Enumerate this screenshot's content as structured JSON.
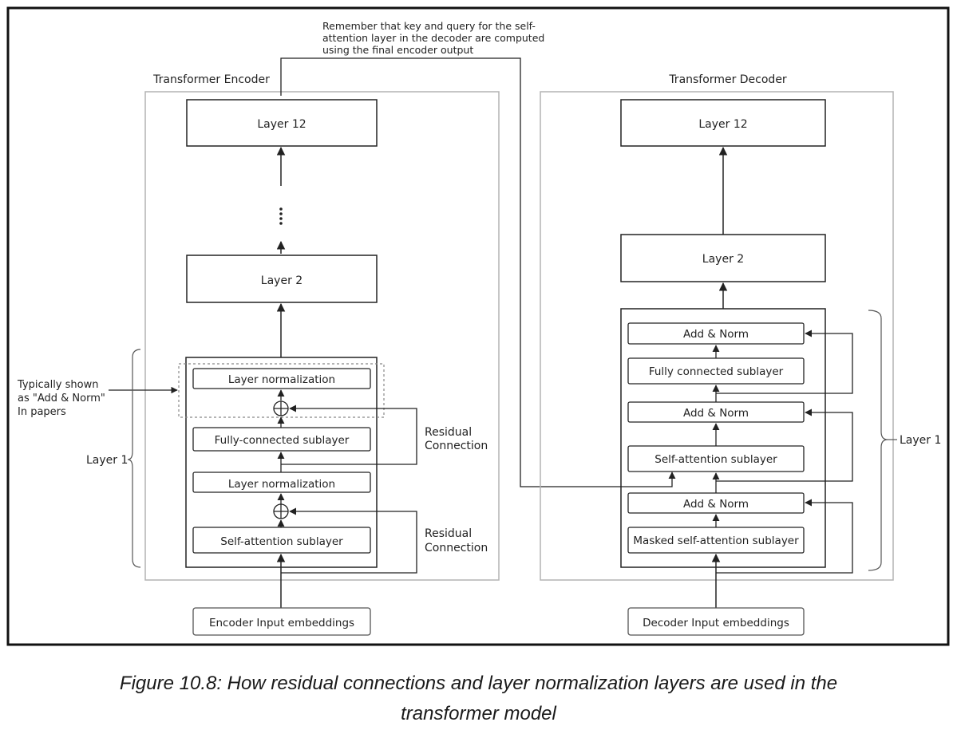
{
  "encoder": {
    "title": "Transformer Encoder",
    "layer12": "Layer 12",
    "ellipsis": "⋮",
    "layer2": "Layer 2",
    "ln_top": "Layer normalization",
    "fc": "Fully-connected sublayer",
    "ln_bottom": "Layer normalization",
    "sa": "Self-attention sublayer",
    "input": "Encoder Input embeddings",
    "residual_top": [
      "Residual",
      "Connection"
    ],
    "residual_bottom": [
      "Residual",
      "Connection"
    ],
    "typically": [
      "Typically shown",
      "as \"Add & Norm\"",
      "In papers"
    ],
    "layer1": "Layer 1"
  },
  "decoder": {
    "title": "Transformer Decoder",
    "layer12": "Layer 12",
    "layer2": "Layer 2",
    "addnorm_3": "Add & Norm",
    "fc": "Fully connected sublayer",
    "addnorm_2": "Add & Norm",
    "sa": "Self-attention sublayer",
    "addnorm_1": "Add & Norm",
    "masked": "Masked self-attention sublayer",
    "input": "Decoder Input embeddings",
    "layer1": "Layer 1"
  },
  "note": [
    "Remember that key and query for the self-",
    "attention layer in the decoder are computed",
    "using the final encoder output"
  ],
  "caption": {
    "line1": "Figure 10.8: How residual connections and layer normalization layers are used in the",
    "line2": "transformer model"
  },
  "colors": {
    "stroke": "#222222",
    "panel": "#b3b3b3",
    "dashed": "#888888"
  }
}
